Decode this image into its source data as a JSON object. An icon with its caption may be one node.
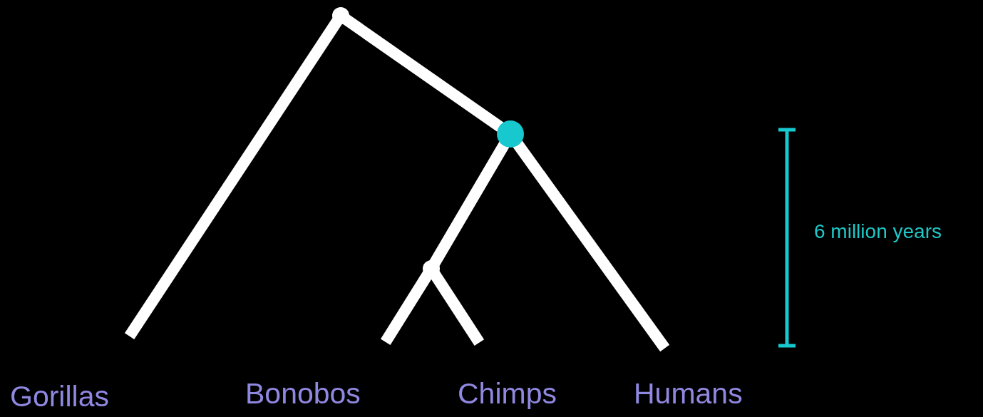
{
  "diagram": {
    "nodes": [
      {
        "text": [],
        "shape": "point"
      },
      {
        "text": [],
        "shape": "circle"
      },
      {
        "text": [],
        "shape": "point"
      },
      {
        "text": [
          "Gorillas"
        ]
      },
      {
        "text": [
          "Bonobos"
        ]
      },
      {
        "text": [
          "Chimps"
        ]
      },
      {
        "text": [
          "Humans"
        ]
      }
    ],
    "edges": [
      {
        "from": 0,
        "to": 3,
        "arrow": "none"
      },
      {
        "from": 0,
        "to": 1,
        "arrow": "none"
      },
      {
        "from": 1,
        "to": 2,
        "arrow": "none"
      },
      {
        "from": 1,
        "to": 6,
        "arrow": "none"
      },
      {
        "from": 2,
        "to": 4,
        "arrow": "none"
      },
      {
        "from": 2,
        "to": 5,
        "arrow": "none"
      }
    ],
    "labels": [
      "6 million years"
    ]
  }
}
